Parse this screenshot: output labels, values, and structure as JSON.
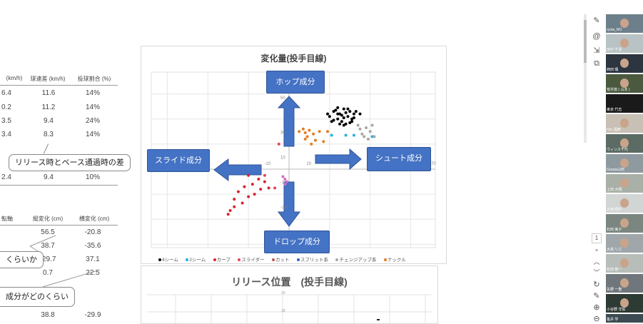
{
  "left_table": {
    "headers": [
      "(km/h)",
      "球速差 (km/h)",
      "投球割合 (%)"
    ],
    "rows": [
      [
        "6.4",
        "11.6",
        "14%"
      ],
      [
        "0.2",
        "11.2",
        "14%"
      ],
      [
        "3.5",
        "9.4",
        "24%"
      ],
      [
        "3.4",
        "8.3",
        "14%"
      ],
      [
        "2.4",
        "9.4",
        "10%"
      ]
    ],
    "callout": "リリース時とベース通過時の差"
  },
  "left_table2": {
    "headers": [
      "転軸",
      "縦変化 (cm)",
      "横変化 (cm)"
    ],
    "rows": [
      [
        "56.5",
        "-20.8"
      ],
      [
        "38.7",
        "-35.6"
      ],
      [
        "-29.7",
        "37.1"
      ],
      [
        "0.7",
        "22.5"
      ],
      [
        "38.8",
        "-29.9"
      ]
    ],
    "callout1": "くらいか",
    "callout2": "成分がどのくらい"
  },
  "main_chart": {
    "title": "変化量(投手目線)",
    "arrows": {
      "up": "ホップ成分",
      "down": "ドロップ成分",
      "left": "スライド成分",
      "right": "シュート成分"
    },
    "tick_labels": {
      "y_top": "50",
      "y_30": "30",
      "y_10": "10",
      "y_m10": "-10",
      "y_m30": "-30",
      "x_m10": "-10",
      "x_10": "10",
      "x_right": "70"
    },
    "legend": [
      {
        "label": "4シーム",
        "color": "#000000"
      },
      {
        "label": "2シーム",
        "color": "#1fb2e0"
      },
      {
        "label": "カーブ",
        "color": "#d9232e"
      },
      {
        "label": "スライダー",
        "color": "#e8415a"
      },
      {
        "label": "カット",
        "color": "#c0504d"
      },
      {
        "label": "スプリット系",
        "color": "#3a5fb8"
      },
      {
        "label": "チェンジアップ系",
        "color": "#a6a6a6"
      },
      {
        "label": "ナックル",
        "color": "#e47c22"
      }
    ]
  },
  "chart_data": {
    "type": "scatter",
    "title": "変化量(投手目線)",
    "xlim": [
      -70,
      70
    ],
    "ylim": [
      -70,
      70
    ],
    "series": [
      {
        "name": "4シーム",
        "color": "#000000",
        "points": [
          [
            22,
            46
          ],
          [
            25,
            44
          ],
          [
            27,
            48
          ],
          [
            30,
            46
          ],
          [
            29,
            42
          ],
          [
            24,
            40
          ],
          [
            20,
            42
          ],
          [
            26,
            38
          ],
          [
            28,
            36
          ],
          [
            31,
            40
          ],
          [
            23,
            47
          ],
          [
            32,
            44
          ],
          [
            21,
            38
          ],
          [
            27,
            41
          ],
          [
            25,
            36
          ],
          [
            30,
            37
          ],
          [
            24,
            44
          ],
          [
            33,
            46
          ],
          [
            22,
            39
          ],
          [
            28,
            45
          ],
          [
            26,
            43
          ],
          [
            29,
            48
          ],
          [
            19,
            44
          ],
          [
            32,
            41
          ],
          [
            35,
            44
          ],
          [
            27,
            35
          ],
          [
            24,
            49
          ],
          [
            31,
            38
          ]
        ]
      },
      {
        "name": "2シーム",
        "color": "#1fb2e0",
        "points": [
          [
            21,
            27
          ],
          [
            28,
            27
          ],
          [
            32,
            27
          ],
          [
            41,
            26
          ]
        ]
      },
      {
        "name": "カーブ",
        "color": "#d9232e",
        "points": [
          [
            -22,
            -14
          ],
          [
            -25,
            -18
          ],
          [
            -20,
            -22
          ],
          [
            -27,
            -24
          ],
          [
            -23,
            -27
          ],
          [
            -27,
            -30
          ],
          [
            -29,
            -33
          ],
          [
            -30,
            -36
          ],
          [
            -18,
            -12
          ],
          [
            -15,
            -8
          ],
          [
            -12,
            -10
          ],
          [
            -14,
            -16
          ],
          [
            -17,
            -20
          ],
          [
            -10,
            -15
          ],
          [
            -20,
            -5
          ]
        ]
      },
      {
        "name": "スライダー",
        "color": "#e8415a",
        "points": [
          [
            -5,
            20
          ],
          [
            -12,
            -5
          ],
          [
            -7,
            -15
          ]
        ]
      },
      {
        "name": "チェンジアップ系",
        "color": "#a6a6a6",
        "points": [
          [
            34,
            35
          ],
          [
            38,
            33
          ],
          [
            40,
            30
          ],
          [
            36,
            28
          ],
          [
            42,
            26
          ],
          [
            39,
            24
          ],
          [
            35,
            32
          ],
          [
            41,
            35
          ],
          [
            37,
            26
          ]
        ]
      },
      {
        "name": "スプリット系",
        "color": "#d26ec8",
        "points": [
          [
            -1,
            -10
          ],
          [
            -2,
            -12
          ],
          [
            -3,
            -6
          ],
          [
            -2,
            -8
          ]
        ]
      },
      {
        "name": "ナックル",
        "color": "#e47c22",
        "points": [
          [
            5,
            30
          ],
          [
            8,
            29
          ],
          [
            10,
            31
          ],
          [
            12,
            28
          ],
          [
            15,
            30
          ],
          [
            19,
            30
          ],
          [
            9,
            26
          ],
          [
            13,
            23
          ],
          [
            17,
            22
          ],
          [
            8,
            24
          ],
          [
            11,
            20
          ],
          [
            7,
            32
          ]
        ]
      }
    ]
  },
  "second_chart": {
    "title": "リリース位置　(投手目線)",
    "tick_top": "20",
    "tick_mid": "18"
  },
  "toolbar": {
    "icons": [
      "edit-icon",
      "at-icon",
      "share-icon",
      "copy-icon"
    ],
    "page_number": "1"
  },
  "participants": [
    {
      "name": "ryota_NO"
    },
    {
      "name": "田中 千尋"
    },
    {
      "name": "西田 颯"
    },
    {
      "name": "荒井敦 ( 山本 )"
    },
    {
      "name": "東京 竹志"
    },
    {
      "name": "hiro 福西"
    },
    {
      "name": "ウィンス千代"
    },
    {
      "name": "Grazia山田"
    },
    {
      "name": "上田 大翔"
    },
    {
      "name": "大西 翔平"
    },
    {
      "name": "石田 美夕"
    },
    {
      "name": "大高 リエ"
    },
    {
      "name": "松田 龍一"
    },
    {
      "name": "矢野 一聖"
    },
    {
      "name": "小谷野 洋佑"
    },
    {
      "name": "亀井 学"
    }
  ]
}
